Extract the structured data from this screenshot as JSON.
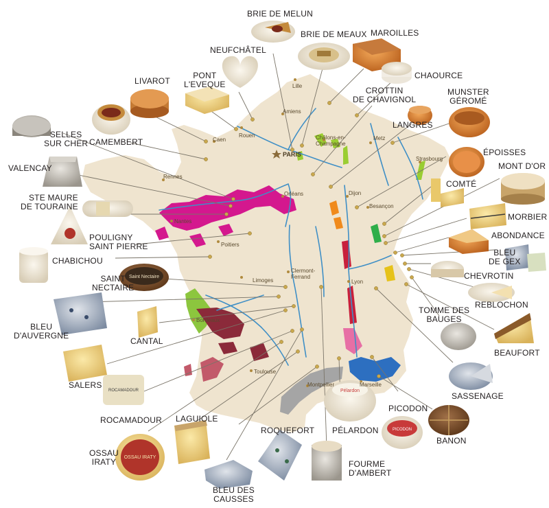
{
  "colors": {
    "land": "#efe4cf",
    "river": "#3f8fc6",
    "leader": "#7a7468",
    "dot": "#c9a84e",
    "loire_wine": "#d4188e",
    "champagne_wine": "#9acd32",
    "burgundy_wine": "#f08a1c",
    "alsace_wine": "#9acd32",
    "rhone_wine": "#c8203c",
    "bordeaux_wine": "#8b2a3a",
    "provence_wine": "#2d6fc0",
    "languedoc_wine": "#a0a0a0",
    "jura_wine": "#e6c21a"
  },
  "cities": {
    "paris": "PARIS",
    "lille": "Lille",
    "amiens": "Amiens",
    "rouen": "Rouen",
    "caen": "Caen",
    "rennes": "Rennes",
    "nantes": "Nantes",
    "orleans": "Orléans",
    "chalons": "Châlons-en-\nChampagne",
    "metz": "Metz",
    "strasbourg": "Strasbourg",
    "dijon": "Dijon",
    "besancon": "Besançon",
    "poitiers": "Poitiers",
    "limoges": "Limoges",
    "clermont": "Clermont-\nFerrand",
    "lyon": "Lyon",
    "bordeaux": "Bordeaux",
    "toulouse": "Toulouse",
    "montpellier": "Montpellier",
    "marseille": "Marseille"
  },
  "cheeses": {
    "brie_de_melun": "BRIE DE MELUN",
    "brie_de_meaux": "BRIE DE MEAUX",
    "maroilles": "MAROILLES",
    "neufchatel": "NEUFCHÂTEL",
    "pont_leveque": "PONT\nL'EVEQUE",
    "livarot": "LIVAROT",
    "chaource": "CHAOURCE",
    "crottin": "CROTTIN\nDE CHAVIGNOL",
    "munster": "MUNSTER\nGÉROMÉ",
    "selles": "SELLES\nSUR CHER",
    "camembert": "CAMEMBERT",
    "langres": "LANGRES",
    "epoisses": "ÉPOISSES",
    "valencay": "VALENCAY",
    "mont_dor": "MONT D'OR",
    "comte": "COMTÉ",
    "ste_maure": "STE MAURE\nDE TOURAINE",
    "morbier": "MORBIER",
    "pouligny": "POULIGNY\nSAINT PIERRE",
    "abondance": "ABONDANCE",
    "bleu_de_gex": "BLEU\nDE GEX",
    "chabichou": "CHABICHOU",
    "chevrotin": "CHEVROTIN",
    "saint_nectaire": "SAINT\nNECTAIRE",
    "reblochon": "REBLOCHON",
    "bleu_auvergne": "BLEU\nD'AUVERGNE",
    "tomme": "TOMME DES\nBAUGES",
    "cantal": "CANTAL",
    "beaufort": "BEAUFORT",
    "salers": "SALERS",
    "sassenage": "SASSENAGE",
    "rocamadour": "ROCAMADOUR",
    "picodon": "PICODON",
    "banon": "BANON",
    "laguiole": "LAGUIOLE",
    "roquefort": "ROQUEFORT",
    "pelardon": "PÉLARDON",
    "ossau": "OSSAU\nIRATY",
    "fourme": "FOURME\nD'AMBERT",
    "bleu_causses": "BLEU DES\nCAUSSES"
  },
  "package_text": {
    "saint_nectaire_label": "Saint Nectaire",
    "rocamadour_label": "ROCAMADOUR",
    "ossau_label": "OSSAU IRATY",
    "pelardon_label": "Pélardon",
    "picodon_label": "PICODON"
  }
}
